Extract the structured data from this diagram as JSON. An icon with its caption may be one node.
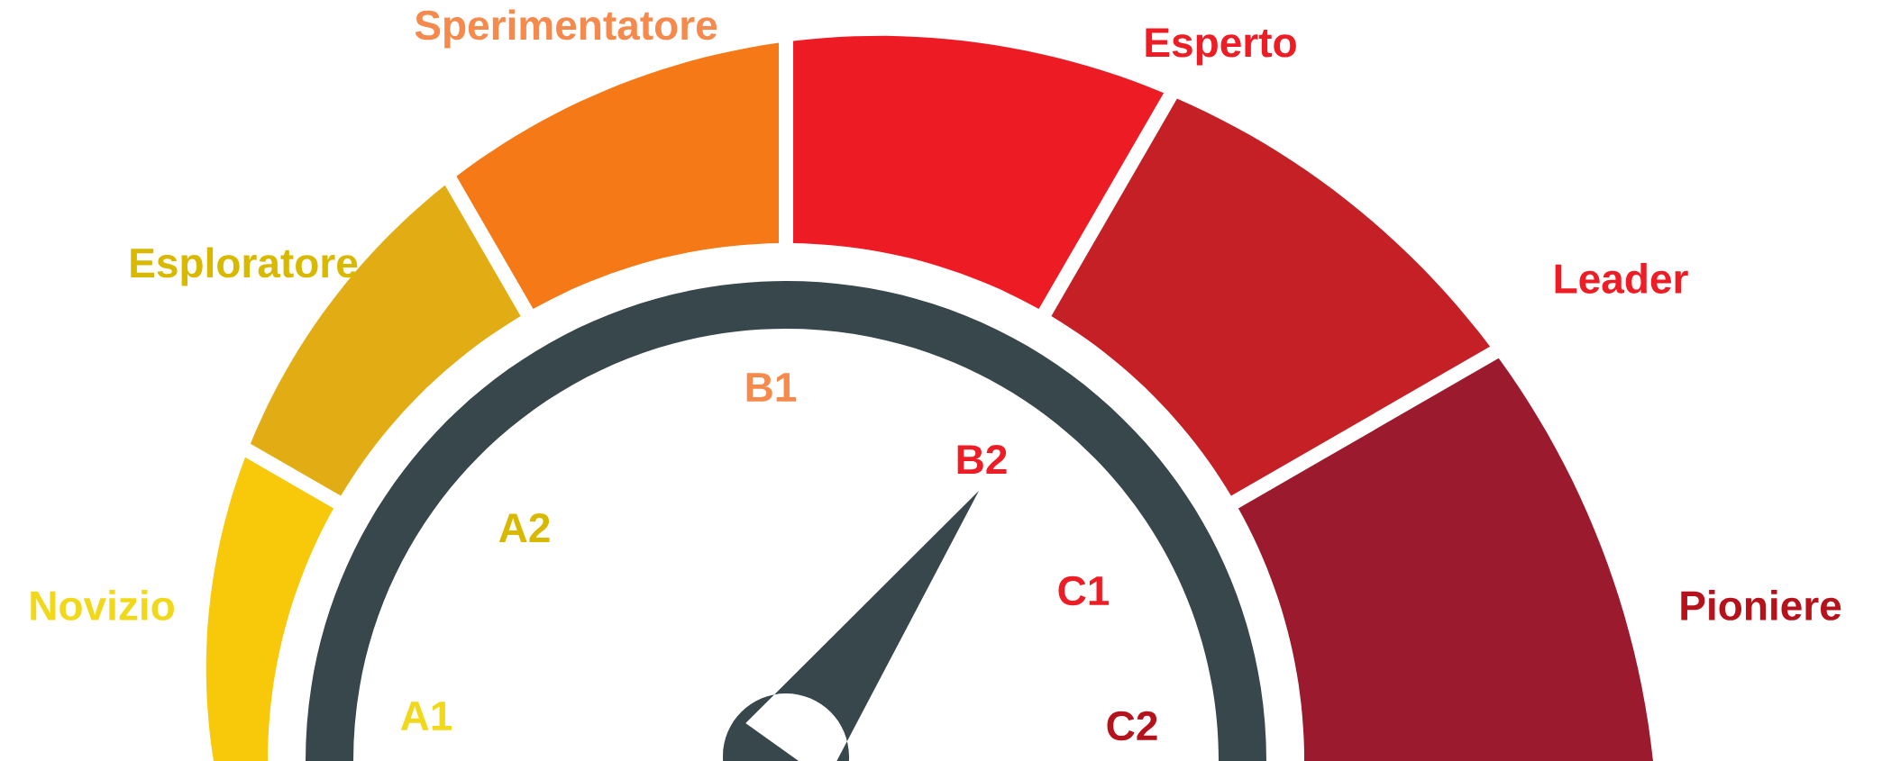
{
  "diagram": {
    "nodes": [
      {
        "text": [
          "Novizio"
        ]
      },
      {
        "text": [
          "Esploratore"
        ]
      },
      {
        "text": [
          "Sperimentatore"
        ]
      },
      {
        "text": [
          "Esperto"
        ]
      },
      {
        "text": [
          "Leader"
        ]
      },
      {
        "text": [
          "Pioniere"
        ]
      }
    ],
    "labels": [
      "B1",
      "B2",
      "A2",
      "C1",
      "A1",
      "C2"
    ]
  }
}
